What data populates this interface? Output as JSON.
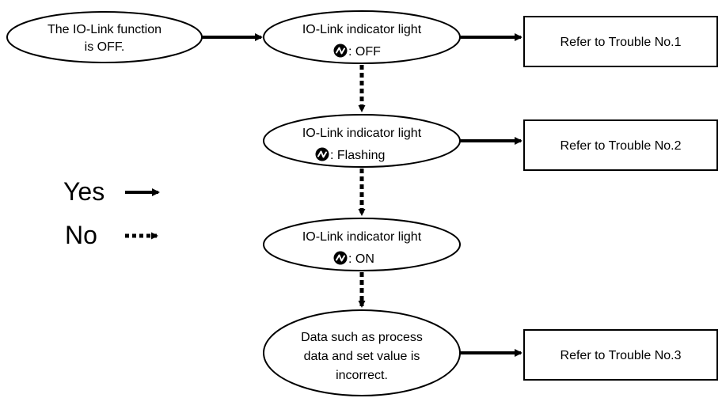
{
  "start_node": {
    "lines": [
      "The IO-Link function",
      "is OFF."
    ]
  },
  "indicator_off": {
    "line1": "IO-Link indicator light",
    "state": ": OFF"
  },
  "indicator_flashing": {
    "line1": "IO-Link indicator light",
    "state": ": Flashing"
  },
  "indicator_on": {
    "line1": "IO-Link indicator light",
    "state": ": ON"
  },
  "data_node": {
    "lines": [
      "Data such as process",
      "data and set value is",
      "incorrect."
    ]
  },
  "results": {
    "trouble1": "Refer to Trouble No.1",
    "trouble2": "Refer to Trouble No.2",
    "trouble3": "Refer to Trouble No.3"
  },
  "legend": {
    "yes_label": "Yes",
    "no_label": "No"
  },
  "icons": {
    "indicator": "io-link-indicator-icon"
  }
}
